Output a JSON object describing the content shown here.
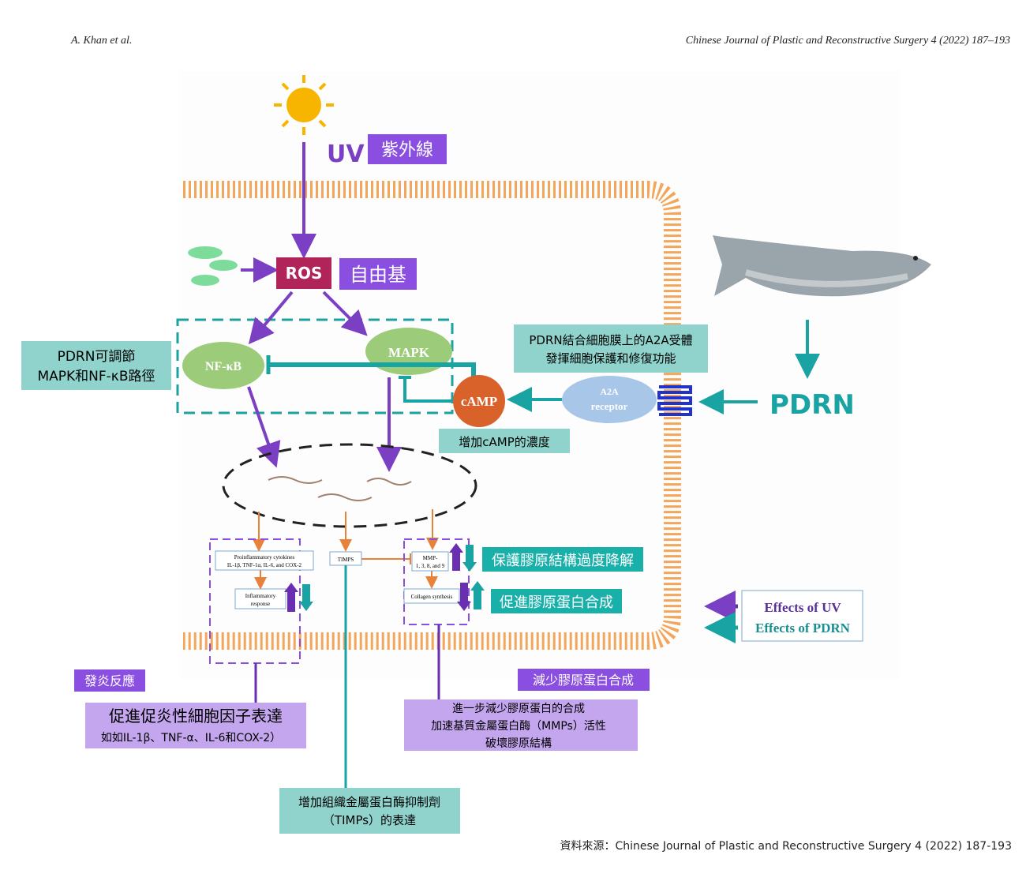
{
  "header": {
    "left": "A. Khan et al.",
    "right": "Chinese Journal of Plastic and Reconstructive Surgery 4 (2022) 187–193"
  },
  "labels": {
    "uv": "UV",
    "uv_zh": "紫外線",
    "ros": "ROS",
    "ros_zh": "自由基",
    "nfkb": "NF-κB",
    "mapk": "MAPK",
    "camp": "cAMP",
    "a2a_line1": "A2A",
    "a2a_line2": "receptor",
    "pdrn": "PDRN",
    "pdrn_modulates_1": "PDRN可調節",
    "pdrn_modulates_2": "MAPK和NF-κB路徑",
    "pdrn_binds_1": "PDRN結合細胞膜上的A2A受體",
    "pdrn_binds_2": "發揮細胞保護和修復功能",
    "camp_increase": "增加cAMP的濃度",
    "cytokines_1": "Proinflammatory cytokines",
    "cytokines_2": "IL-1β, TNF-1α, IL-6, and COX-2",
    "inflammatory_1": "Inflammatory",
    "inflammatory_2": "response",
    "timps": "TIMPS",
    "mmp_1": "MMP-",
    "mmp_2": "1, 3, 8, and 9",
    "collagen": "Collagen synthesis",
    "protect_collagen": "保護膠原結構過度降解",
    "promote_collagen": "促進膠原蛋白合成",
    "inflammation_zh": "發炎反應",
    "promote_cytokines": "促進促炎性細胞因子表達",
    "cytokine_examples": "如如IL-1β、TNF-α、IL-6和COX-2）",
    "reduce_collagen": "減少膠原蛋白合成",
    "reduce_more_1": "進一步減少膠原蛋白的合成",
    "reduce_more_2": "加速基質金屬蛋白酶（MMPs）活性",
    "reduce_more_3": "破壞膠原結構",
    "timps_increase_1": "增加組織金屬蛋白酶抑制劑",
    "timps_increase_2": "（TIMPs）的表達"
  },
  "legend": {
    "uv": "Effects of UV",
    "pdrn": "Effects of PDRN"
  },
  "source": "資料來源：Chinese Journal of Plastic and Reconstructive Surgery 4 (2022) 187-193",
  "colors": {
    "uv": "#7b3fc4",
    "pdrn": "#1aa3a3",
    "membrane": "#f3a65a",
    "teal_box": "#8fd3cc",
    "purple_box": "#b48ae6",
    "camp": "#d9622b",
    "nfkb": "#9ccc7a",
    "a2a": "#a8c6e8"
  }
}
